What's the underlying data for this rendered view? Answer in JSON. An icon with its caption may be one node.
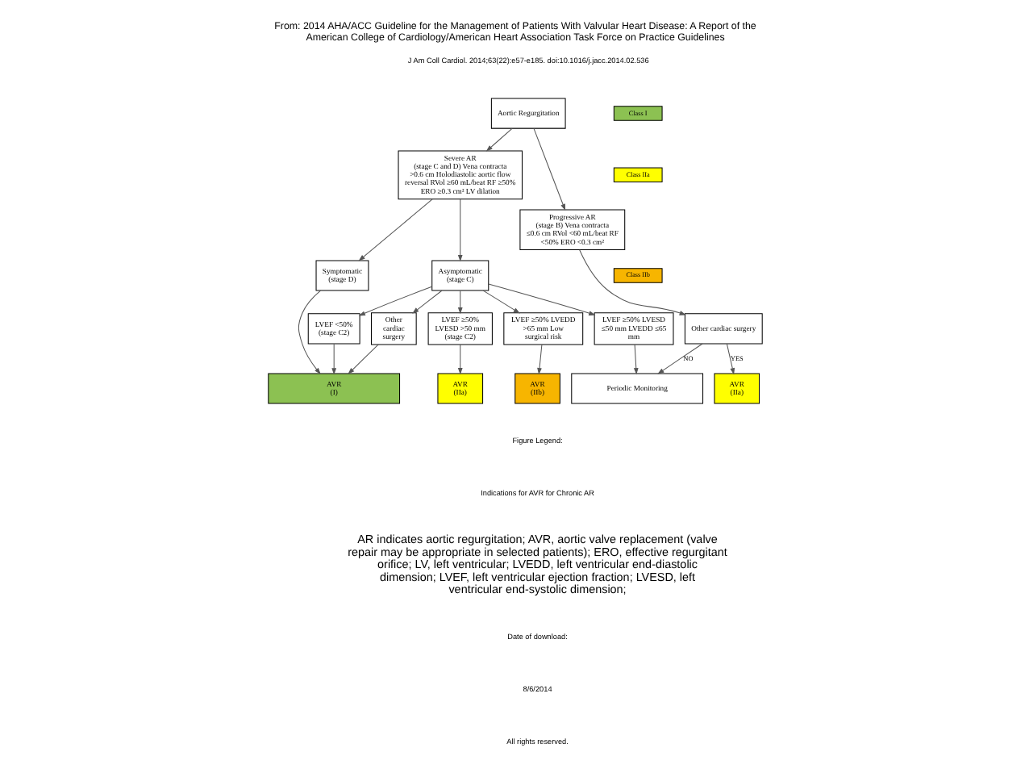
{
  "diagram": {
    "title": "From: 2014 AHA/ACC Guideline for the Management of Patients With Valvular Heart Disease: A Report of the American College of Cardiology/American Heart Association Task Force on Practice Guidelines",
    "nodes": [
      {
        "text": [
          "Aortic Regurgitation"
        ]
      },
      {
        "text": [
          "Severe AR",
          "(stage C and D) Vena contracta >0.6 cm Holodiastolic aortic flow reversal RVol ≥60 mL/beat RF ≥50% ERO ≥0.3 cm² LV dilation"
        ]
      },
      {
        "text": [
          "Progressive AR",
          "(stage B) Vena contracta ≤0.6 cm RVol <60 mL/beat RF <50% ERO <0.3 cm²"
        ]
      },
      {
        "text": [
          "Symptomatic (stage D)"
        ]
      },
      {
        "text": [
          "Asymptomatic (stage C)"
        ]
      },
      {
        "text": [
          "Other cardiac surgery"
        ]
      },
      {
        "text": [
          "LVEF <50% (stage C2)"
        ]
      },
      {
        "text": [
          "Other cardiac surgery"
        ]
      },
      {
        "text": [
          "LVEF ≥50% LVESD >50 mm (stage C2)"
        ]
      },
      {
        "text": [
          "LVEF ≥50% LVEDD >65 mm Low surgical risk"
        ]
      },
      {
        "text": [
          "LVEF ≥50% LVESD ≤50 mm LVEDD ≤65 mm"
        ]
      },
      {
        "text": [
          "AVR (I)"
        ]
      },
      {
        "text": [
          "AVR (IIa)"
        ]
      },
      {
        "text": [
          "AVR (IIb)"
        ]
      },
      {
        "text": [
          "Periodic Monitoring"
        ]
      },
      {
        "text": [
          "AVR (IIa)"
        ]
      }
    ],
    "edges": [
      {
        "from": 0,
        "to": 1,
        "arrow": "to"
      },
      {
        "from": 0,
        "to": 2,
        "arrow": "to"
      },
      {
        "from": 1,
        "to": 3,
        "arrow": "to"
      },
      {
        "from": 1,
        "to": 4,
        "arrow": "to"
      },
      {
        "from": 2,
        "to": 5,
        "arrow": "to"
      },
      {
        "from": 3,
        "to": 11,
        "arrow": "to"
      },
      {
        "from": 4,
        "to": 6,
        "arrow": "to"
      },
      {
        "from": 4,
        "to": 7,
        "arrow": "to"
      },
      {
        "from": 4,
        "to": 8,
        "arrow": "to"
      },
      {
        "from": 4,
        "to": 9,
        "arrow": "to"
      },
      {
        "from": 4,
        "to": 10,
        "arrow": "to"
      },
      {
        "from": 6,
        "to": 11,
        "arrow": "to"
      },
      {
        "from": 7,
        "to": 11,
        "arrow": "to"
      },
      {
        "from": 8,
        "to": 12,
        "arrow": "to"
      },
      {
        "from": 9,
        "to": 13,
        "arrow": "to"
      },
      {
        "from": 10,
        "to": 14,
        "arrow": "to"
      },
      {
        "from": 5,
        "to": 14,
        "arrow": "to",
        "label": "NO"
      },
      {
        "from": 5,
        "to": 15,
        "arrow": "to",
        "label": "YES"
      }
    ],
    "labels": [
      "J Am Coll Cardiol. 2014;63(22):e57-e185. doi:10.1016/j.jacc.2014.02.536",
      "Figure Legend:",
      "Indications for AVR for Chronic AR",
      "AR indicates aortic regurgitation; AVR, aortic valve replacement (valve repair may be appropriate in selected patients); ERO, effective regurgitant orifice; LV, left ventricular; LVEDD, left ventricular end-diastolic dimension; LVEF, left ventricular ejection fraction; LVESD, left ventricular end-systolic dimension;",
      "Date of download:",
      "8/6/2014",
      "All rights reserved."
    ],
    "legend": [
      {
        "text": "Class I",
        "color": "#8cc152"
      },
      {
        "text": "Class IIa",
        "color": "#ffff00"
      },
      {
        "text": "Class IIb",
        "color": "#f7b500"
      }
    ]
  }
}
